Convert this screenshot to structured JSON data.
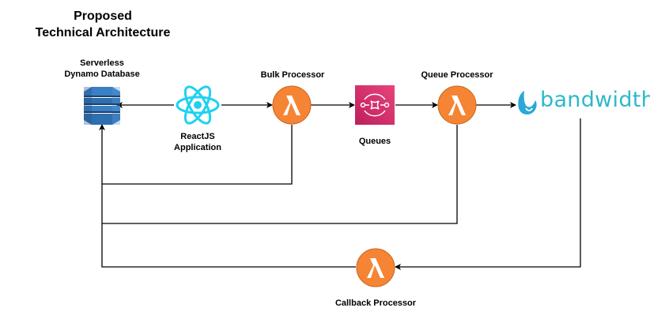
{
  "title": {
    "line1": "Proposed",
    "line2": "Technical Architecture"
  },
  "nodes": {
    "dynamo": {
      "label_line1": "Serverless",
      "label_line2": "Dynamo Database",
      "icon": "dynamodb-icon",
      "color": "#2e73b8"
    },
    "react": {
      "label_line1": "ReactJS",
      "label_line2": "Application",
      "icon": "react-icon",
      "color": "#1fd1f1"
    },
    "bulk": {
      "label": "Bulk Processor",
      "icon": "lambda-icon",
      "color": "#f58534"
    },
    "queues": {
      "label": "Queues",
      "icon": "sqs-icon",
      "color": "#d6336c"
    },
    "queue_processor": {
      "label": "Queue Processor",
      "icon": "lambda-icon",
      "color": "#f58534"
    },
    "bandwidth": {
      "label": "bandwidth",
      "icon": "bandwidth-logo-icon",
      "color": "#2fb8c9"
    },
    "callback": {
      "label": "Callback Processor",
      "icon": "lambda-icon",
      "color": "#f58534"
    }
  },
  "edges": [
    {
      "from": "react",
      "to": "dynamo"
    },
    {
      "from": "react",
      "to": "bulk"
    },
    {
      "from": "bulk",
      "to": "queues"
    },
    {
      "from": "queues",
      "to": "queue_processor"
    },
    {
      "from": "queue_processor",
      "to": "bandwidth"
    },
    {
      "from": "bulk",
      "to": "dynamo"
    },
    {
      "from": "queue_processor",
      "to": "dynamo"
    },
    {
      "from": "bandwidth",
      "to": "callback"
    },
    {
      "from": "callback",
      "to": "dynamo"
    }
  ]
}
